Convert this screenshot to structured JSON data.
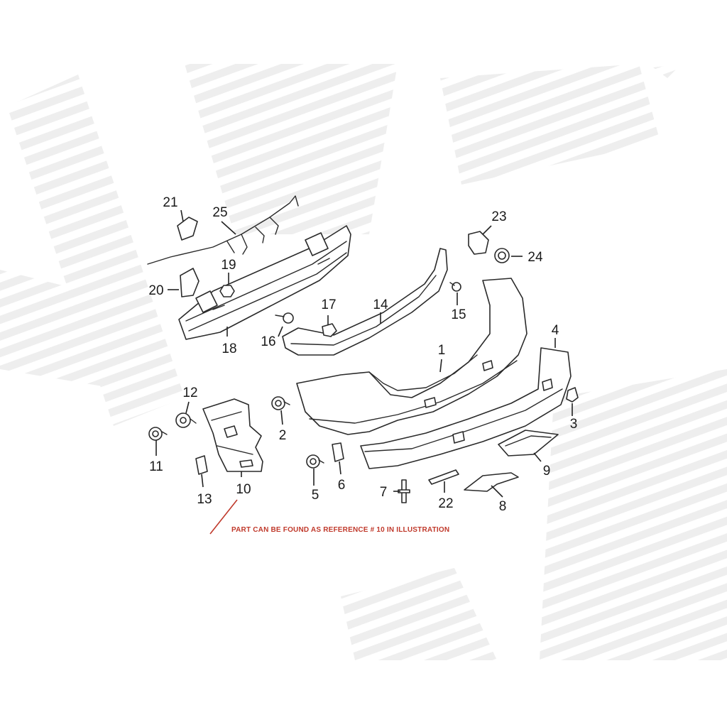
{
  "diagram": {
    "callouts": [
      {
        "id": "1",
        "label": "1"
      },
      {
        "id": "2",
        "label": "2"
      },
      {
        "id": "3",
        "label": "3"
      },
      {
        "id": "4",
        "label": "4"
      },
      {
        "id": "5",
        "label": "5"
      },
      {
        "id": "6",
        "label": "6"
      },
      {
        "id": "7",
        "label": "7"
      },
      {
        "id": "8",
        "label": "8"
      },
      {
        "id": "9",
        "label": "9"
      },
      {
        "id": "10",
        "label": "10"
      },
      {
        "id": "11",
        "label": "11"
      },
      {
        "id": "12",
        "label": "12"
      },
      {
        "id": "13",
        "label": "13"
      },
      {
        "id": "14",
        "label": "14"
      },
      {
        "id": "15",
        "label": "15"
      },
      {
        "id": "16",
        "label": "16"
      },
      {
        "id": "17",
        "label": "17"
      },
      {
        "id": "18",
        "label": "18"
      },
      {
        "id": "19",
        "label": "19"
      },
      {
        "id": "20",
        "label": "20"
      },
      {
        "id": "21",
        "label": "21"
      },
      {
        "id": "22",
        "label": "22"
      },
      {
        "id": "23",
        "label": "23"
      },
      {
        "id": "24",
        "label": "24"
      },
      {
        "id": "25",
        "label": "25"
      }
    ],
    "note": "PART CAN BE FOUND AS REFERENCE # 10 IN ILLUSTRATION",
    "note_color": "#c0392b",
    "line_color": "#2a2a2a",
    "watermark_color": "#ececec"
  }
}
